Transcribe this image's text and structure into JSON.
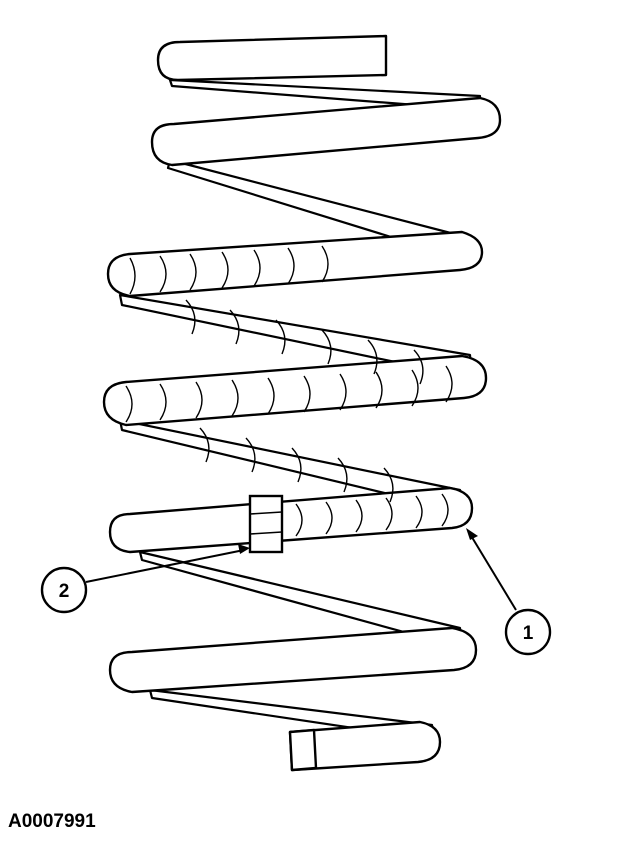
{
  "figure": {
    "subject_icon": "coil-spring-icon",
    "callouts": [
      {
        "number": "1"
      },
      {
        "number": "2"
      }
    ],
    "figure_id": "A0007991"
  }
}
